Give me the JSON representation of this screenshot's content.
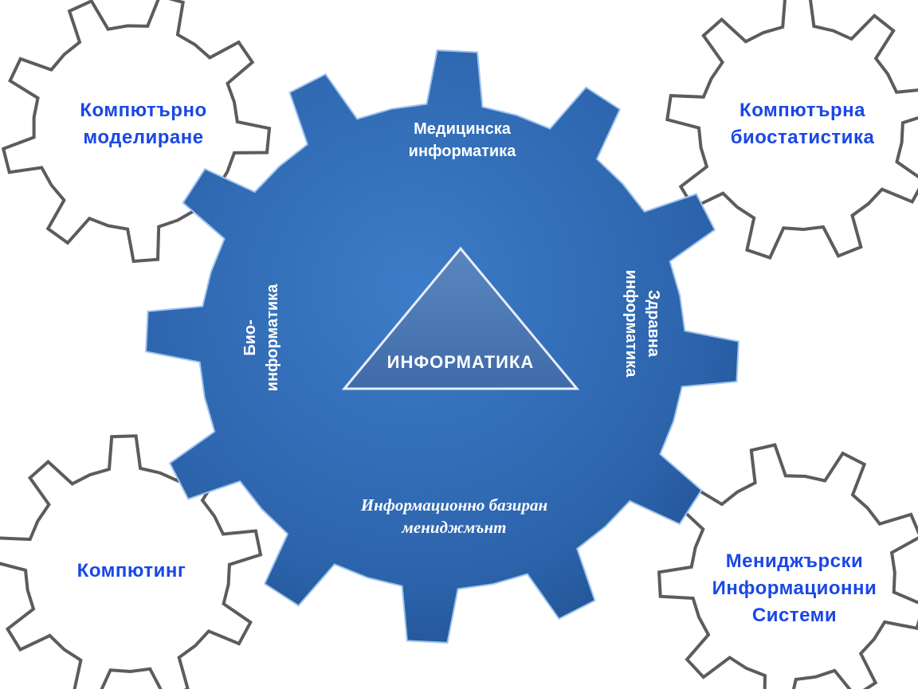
{
  "center": {
    "title": "ИНФОРМАТИКА"
  },
  "inner_labels": {
    "top": [
      "Медицинска",
      "информатика"
    ],
    "left": [
      "Био-",
      "информатика"
    ],
    "right": [
      "Здравна",
      "информатика"
    ],
    "bottom": [
      "Информационно базиран",
      "мениджмънт"
    ]
  },
  "outer_gears": {
    "top_left": [
      "Компютърно",
      "моделиране"
    ],
    "top_right": [
      "Компютърна",
      "биостатистика"
    ],
    "bottom_left": [
      "Компютинг"
    ],
    "bottom_right": [
      "Мениджърски",
      "Информационни",
      "Системи"
    ]
  },
  "colors": {
    "main_gear": "#2f6ab5",
    "main_gear_dark": "#1f4f8e",
    "outline_gear": "#5c5c5c",
    "outer_text": "#1a47e6"
  }
}
